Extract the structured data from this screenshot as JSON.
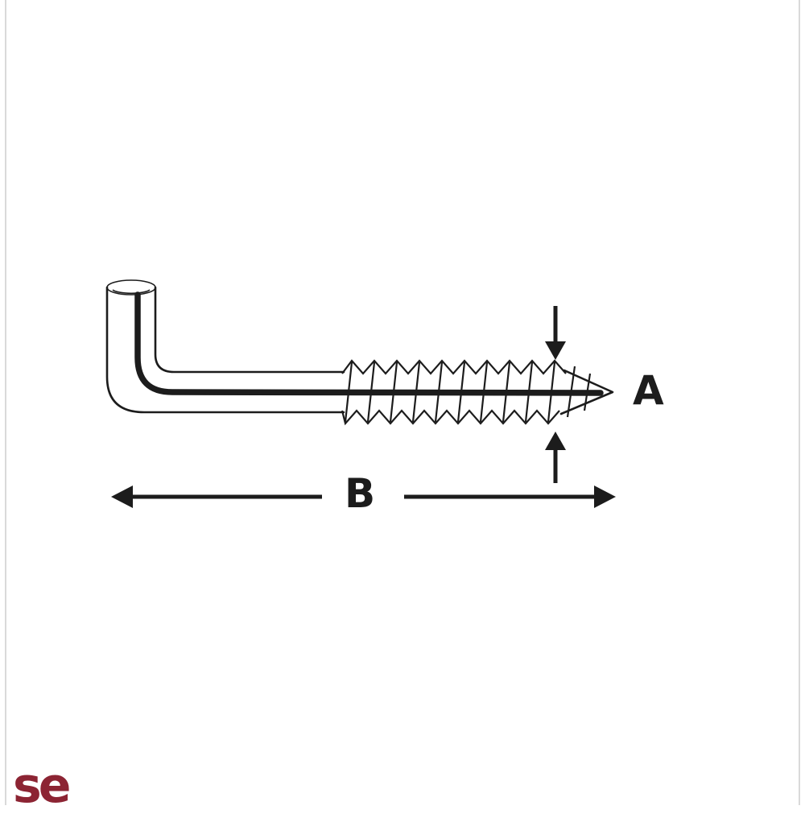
{
  "diagram": {
    "type": "technical-drawing",
    "subject": "L-shaped screw hook with wood-screw thread, dimension diagram",
    "labels": {
      "diameter": "A",
      "length": "B"
    },
    "colors": {
      "line": "#1c1c1c",
      "logo": "#8c2433",
      "background": "#ffffff",
      "edge": "#d9d9d9"
    }
  },
  "logo": {
    "text": "se"
  }
}
